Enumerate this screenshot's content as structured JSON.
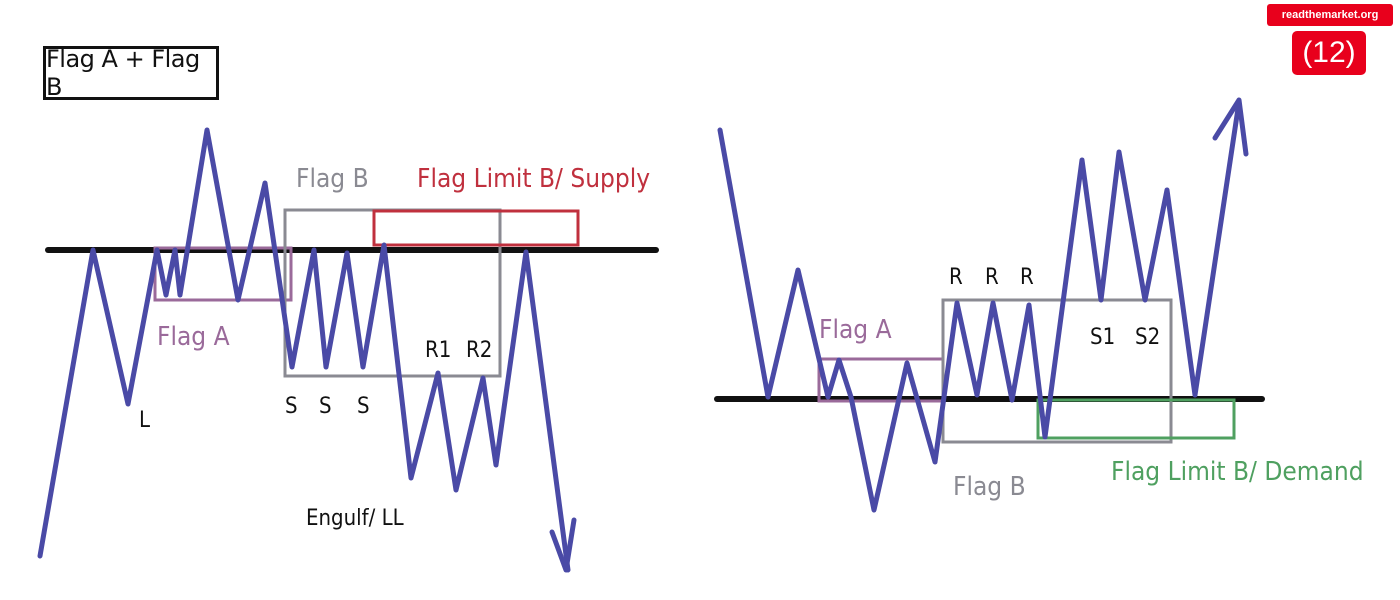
{
  "title": "Flag A + Flag B",
  "watermark": {
    "site": "readthemarket.org",
    "index": "(12)"
  },
  "colors": {
    "price_line": "#4a4aa6",
    "level": "#111111",
    "flag_a": "#9a6a9a",
    "flag_b": "#8a8a92",
    "supply": "#c0303e",
    "demand": "#4fa060",
    "badge": "#e8001c"
  },
  "left": {
    "flag_a": "Flag A",
    "flag_b": "Flag B",
    "flag_limit": "Flag Limit B/ Supply",
    "low": "L",
    "s1": "S",
    "s2": "S",
    "s3": "S",
    "r1": "R1",
    "r2": "R2",
    "engulf": "Engulf/ LL"
  },
  "right": {
    "flag_a": "Flag A",
    "flag_b": "Flag B",
    "flag_limit": "Flag Limit B/ Demand",
    "r1": "R",
    "r2": "R",
    "r3": "R",
    "s1": "S1",
    "s2": "S2"
  }
}
